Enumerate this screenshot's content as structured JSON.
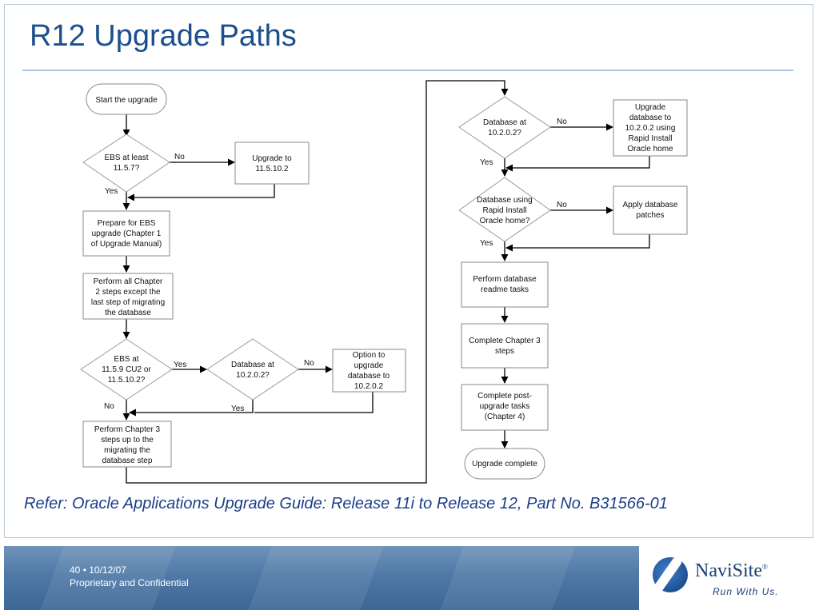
{
  "slide": {
    "title": "R12 Upgrade Paths",
    "reference": "Refer: Oracle Applications Upgrade Guide: Release 11i to Release 12, Part No. B31566-01"
  },
  "flowchart": {
    "start": "Start the upgrade",
    "ebs_at_least": [
      "EBS at least",
      "11.5.7?"
    ],
    "upgrade_to": [
      "Upgrade to",
      "11.5.10.2"
    ],
    "prepare": [
      "Prepare for EBS",
      "upgrade (Chapter 1",
      "of Upgrade Manual)"
    ],
    "perform_ch2": [
      "Perform all Chapter",
      "2 steps except the",
      "last step of migrating",
      "the database"
    ],
    "ebs_at": [
      "EBS at",
      "11.5.9 CU2 or",
      "11.5.10.2?"
    ],
    "db_at_left": [
      "Database at",
      "10.2.0.2?"
    ],
    "option_upgrade": [
      "Option to",
      "upgrade",
      "database to",
      "10.2.0.2"
    ],
    "perform_ch3_partial": [
      "Perform Chapter 3",
      "steps up to the",
      "migrating the",
      "database step"
    ],
    "db_at_right": [
      "Database at",
      "10.2.0.2?"
    ],
    "upgrade_db": [
      "Upgrade",
      "database to",
      "10.2.0.2 using",
      "Rapid Install",
      "Oracle home"
    ],
    "db_using": [
      "Database using",
      "Rapid Install",
      "Oracle home?"
    ],
    "apply_patches": [
      "Apply database",
      "patches"
    ],
    "readme": [
      "Perform database",
      "readme tasks"
    ],
    "complete_ch3": [
      "Complete Chapter 3",
      "steps"
    ],
    "complete_post": [
      "Complete post-",
      "upgrade tasks",
      "(Chapter 4)"
    ],
    "end": "Upgrade complete",
    "labels": {
      "yes": "Yes",
      "no": "No"
    }
  },
  "footer": {
    "page_number": "40",
    "separator": "•",
    "date": "10/12/07",
    "confidential": "Proprietary and Confidential",
    "logo_name": "NaviSite",
    "logo_mark": "®",
    "tagline": "Run With Us."
  },
  "colors": {
    "title": "#1b4f8f",
    "reference": "#1b3f8a",
    "footer_band": "#4f79a6"
  }
}
